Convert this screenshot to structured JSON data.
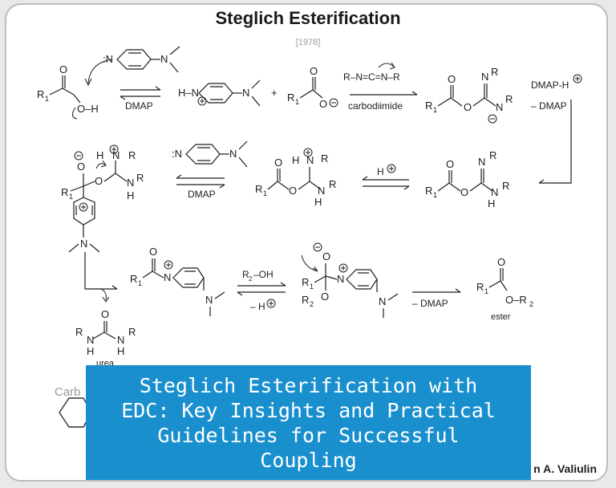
{
  "scheme": {
    "title": "Steglich Esterification",
    "year": "[1978]",
    "labels": {
      "r1": "R",
      "sub1": "1",
      "r2": "R",
      "sub2": "2",
      "r": "R",
      "o": "O",
      "oh": "O–H",
      "n": "N",
      "h": "H",
      "hn": "H–N",
      "dmap": "DMAP",
      "dmap_h": "DMAP-H",
      "minus_dmap": "– DMAP",
      "carbodiimide_reagent": "R–N=C=N–R",
      "carbodiimide": "carbodiimide",
      "plus": "+",
      "h_plus": "H",
      "r2_oh": "R",
      "r2_oh_suffix": "–OH",
      "minus_h": "– H",
      "ester": "ester",
      "urea": "urea",
      "o_r2": "O–R",
      "colon_n": ":N"
    },
    "ghost_text": "Carb",
    "credit": "n A. Valiulin"
  },
  "banner": {
    "text": "Steglich Esterification with EDC: Key Insights and Practical Guidelines for Successful Coupling"
  },
  "colors": {
    "banner_bg": "#1a8fce",
    "banner_text": "#ffffff",
    "ink": "#1e1e1e",
    "card_border": "#bcbcbc"
  }
}
